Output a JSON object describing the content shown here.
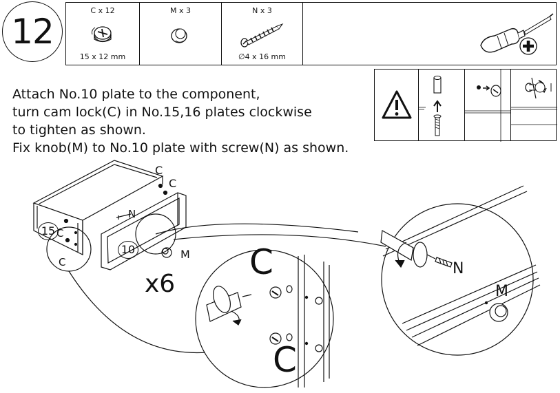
{
  "step": {
    "number": "12"
  },
  "parts": [
    {
      "code": "C x 12",
      "size": "15 x 12 mm",
      "icon": "cam-lock-icon"
    },
    {
      "code": "M x 3",
      "size": "",
      "icon": "knob-icon"
    },
    {
      "code": "N x 3",
      "size": "∅4 x 16 mm",
      "icon": "screw-icon"
    }
  ],
  "tool": {
    "icon": "phillips-screwdriver-icon"
  },
  "instructions": [
    "Attach No.10 plate to the component,",
    "turn cam lock(C) in No.15,16 plates clockwise",
    "to tighten as shown.",
    "Fix knob(M) to No.10 plate with screw(N) as shown."
  ],
  "warning": {
    "icon": "warning-triangle-icon"
  },
  "diagram": {
    "plate_15": "15",
    "plate_10": "10",
    "cam_label": "C",
    "screw_label": "N",
    "knob_label": "M",
    "multiplier": "x6"
  }
}
